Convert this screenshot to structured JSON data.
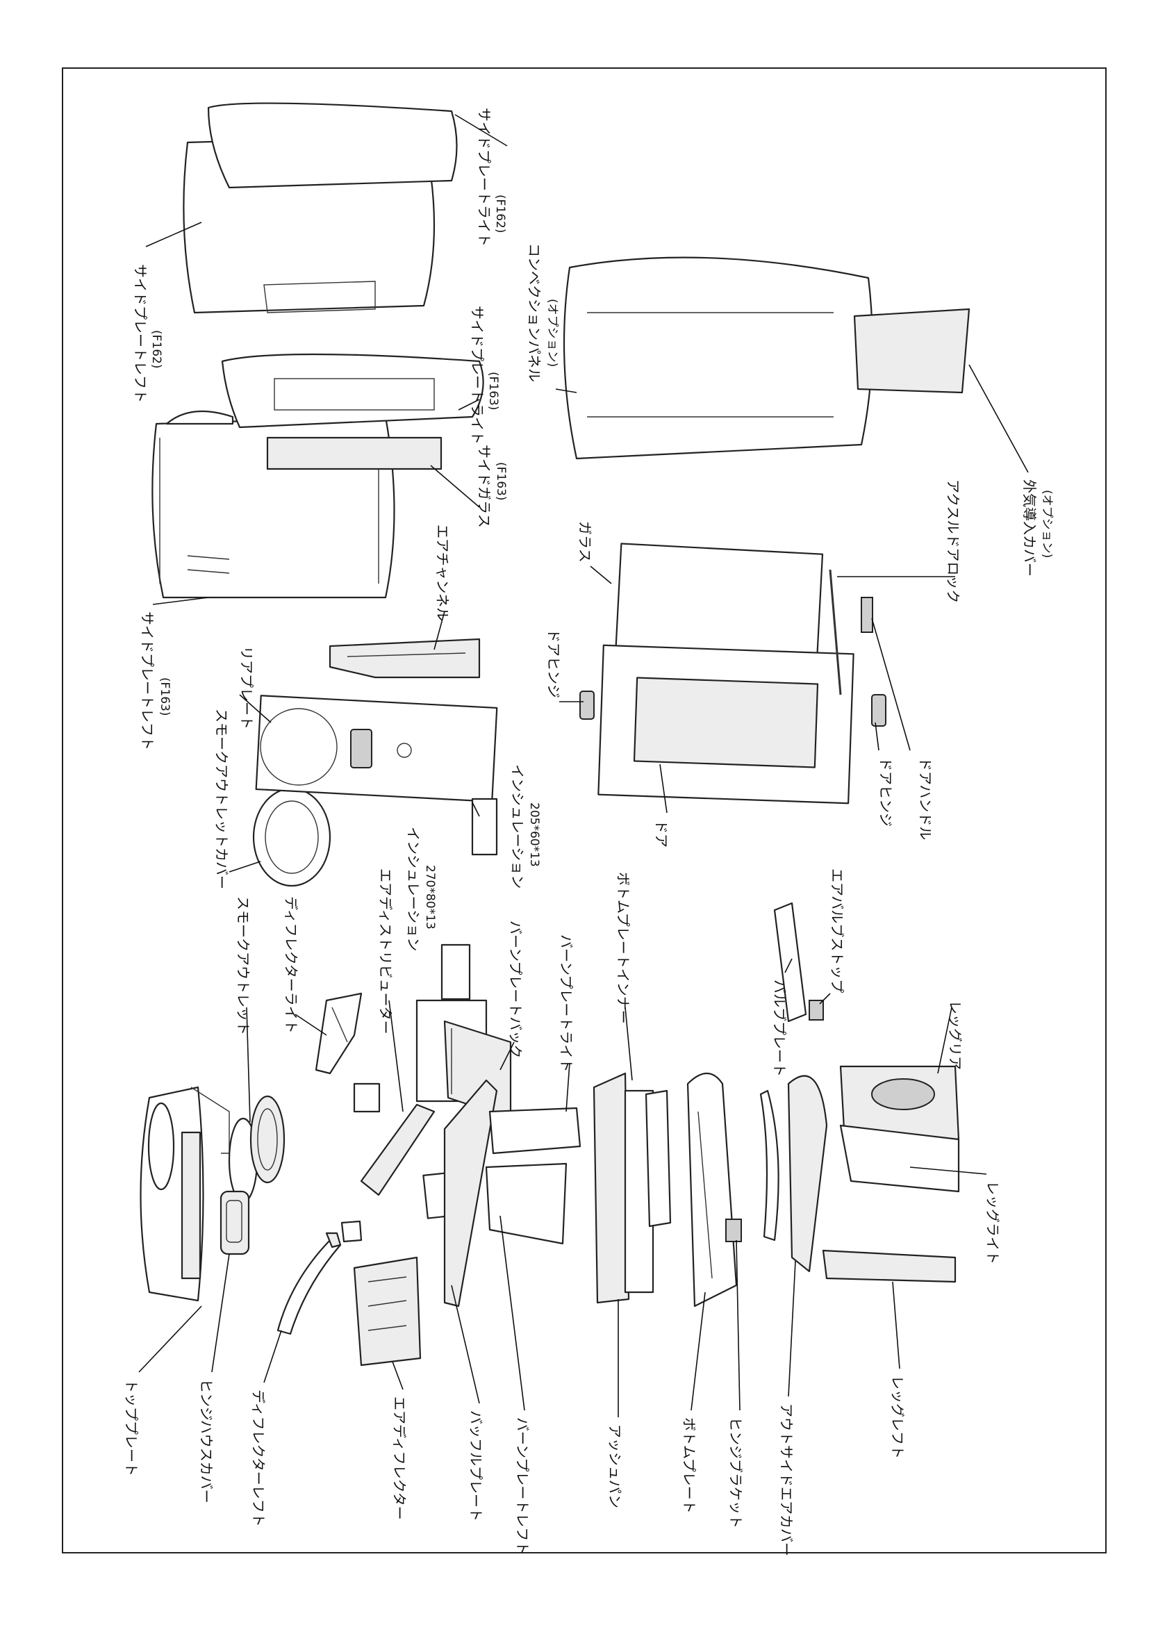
{
  "labels": {
    "top_plate": "トッププレート",
    "hinge_house_cover": "ヒンジハウスカバー",
    "deflector_left": "ディフレクターレフト",
    "air_deflector": "エアディフレクター",
    "baffle_plate": "バッフルプレート",
    "burn_plate_left": "バーンプレートレフト",
    "ash_pan": "アッシュパン",
    "bottom_plate": "ボトムプレート",
    "hinge_bracket": "ヒンジブラケット",
    "outside_air_cover": "アウトサイドエアカバー",
    "leg_left": "レッグレフト",
    "leg_right": "レッグライト",
    "leg_rear": "レッグリア",
    "valve_plate": "バルブプレート",
    "air_valve_stop": "エアバルブストップ",
    "bottom_plate_inner": "ボトムプレートインナー",
    "burn_plate_right": "バーンプレートライト",
    "burn_plate_back": "バーンプレートバック",
    "air_distributor": "エアディストリビューター",
    "deflector_right": "ディフレクターライト",
    "smoke_outlet": "スモークアウトレット",
    "insulation_a": "インシュレーション",
    "insulation_a_size": "270*80*13",
    "smoke_outlet_cover": "スモークアウトレットカバー",
    "rear_plate": "リアプレート",
    "insulation_b": "インシュレーション",
    "insulation_b_size": "205*60*13",
    "door": "ドア",
    "door_hinge_a": "ドアヒンジ",
    "door_hinge_b": "ドアヒンジ",
    "door_handle": "ドアハンドル",
    "glass": "ガラス",
    "axle_rod_lock": "アクスルドアロック",
    "air_channel": "エアチャンネル",
    "side_plate_left_f163": "サイドプレートレフト",
    "side_plate_left_f163_code": "(F163)",
    "side_glass": "サイドガラス",
    "side_glass_code": "(F163)",
    "side_plate_right_f163": "サイドプレートライト",
    "side_plate_right_f163_code": "(F163)",
    "side_plate_left_f162": "サイドプレートレフト",
    "side_plate_left_f162_code": "(F162)",
    "side_plate_right_f162": "サイドプレートライト",
    "side_plate_right_f162_code": "(F162)",
    "convection_panel": "コンベクションパネル",
    "convection_panel_note": "(オプション)",
    "outside_air_intake_cover": "外気導入カバー",
    "outside_air_intake_cover_note": "(オプション)"
  }
}
